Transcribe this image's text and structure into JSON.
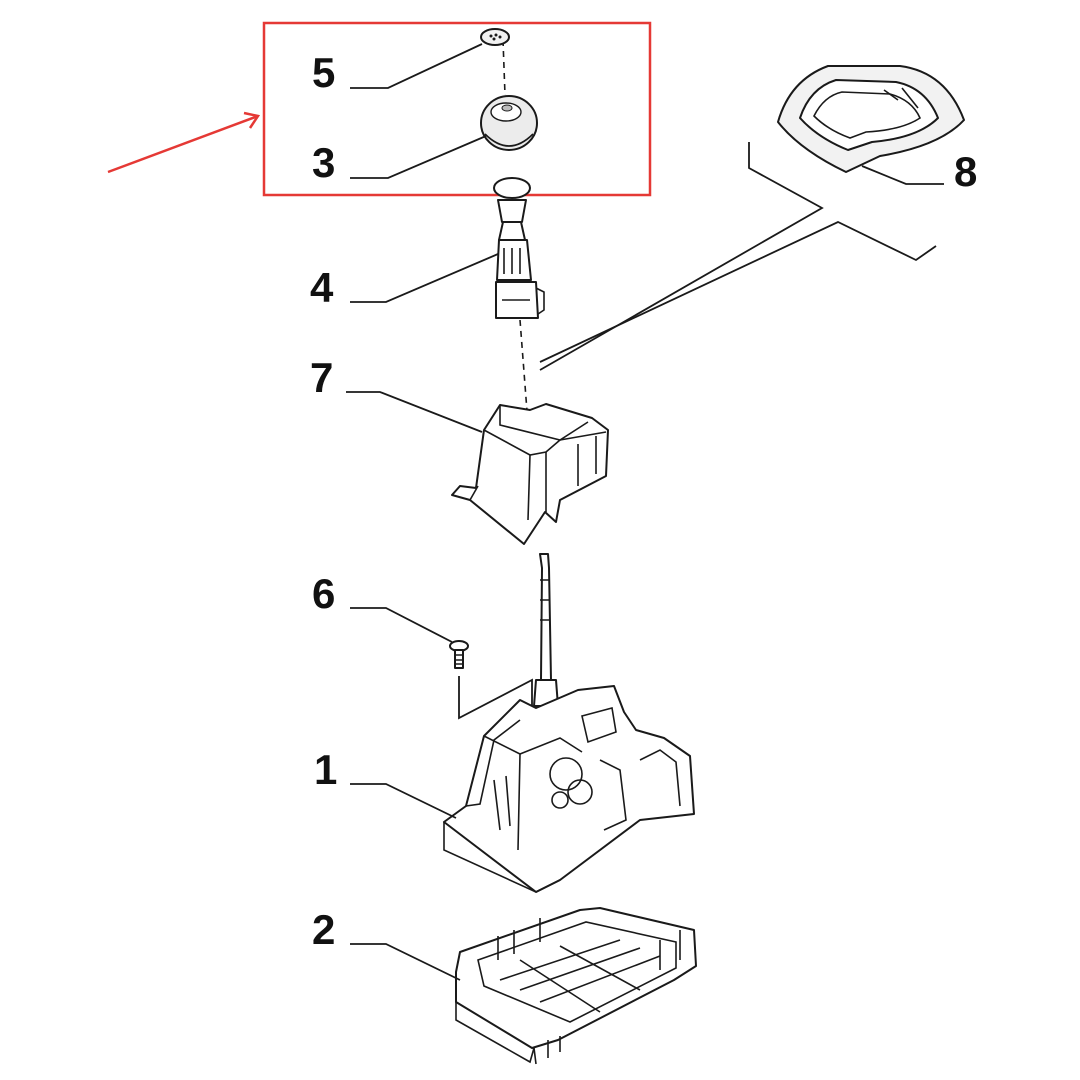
{
  "diagram": {
    "callouts": [
      {
        "id": "5",
        "text": "5"
      },
      {
        "id": "3",
        "text": "3"
      },
      {
        "id": "4",
        "text": "4"
      },
      {
        "id": "7",
        "text": "7"
      },
      {
        "id": "8",
        "text": "8"
      },
      {
        "id": "6",
        "text": "6"
      },
      {
        "id": "1",
        "text": "1"
      },
      {
        "id": "2",
        "text": "2"
      }
    ],
    "highlight_color": "#e53935",
    "line_color": "#1a1a1a"
  }
}
